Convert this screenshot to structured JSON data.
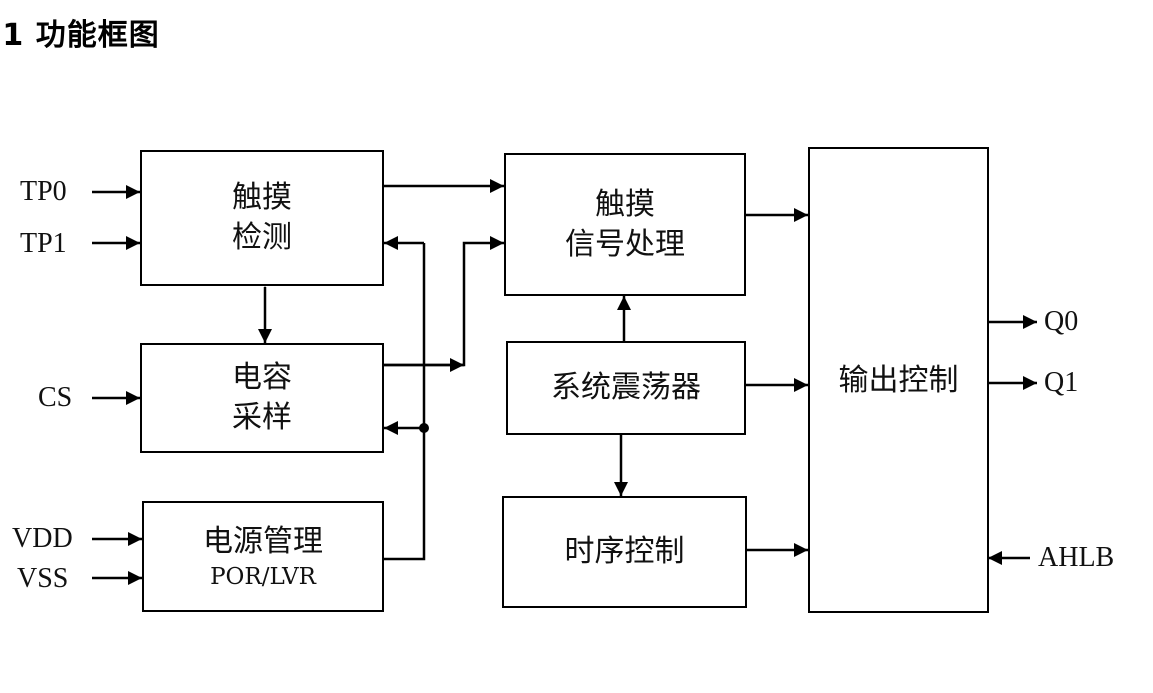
{
  "heading": ".1  功能框图",
  "blocks": {
    "touch_detect": {
      "line1": "触摸",
      "line2": "检测"
    },
    "cap_sample": {
      "line1": "电容",
      "line2": "采样"
    },
    "power_mgmt": {
      "line1": "电源管理",
      "line2": "POR/LVR"
    },
    "touch_signal": {
      "line1": "触摸",
      "line2": "信号处理"
    },
    "oscillator": {
      "line1": "系统震荡器"
    },
    "timing_control": {
      "line1": "时序控制"
    },
    "output_control": {
      "line1": "输出控制"
    }
  },
  "signals": {
    "tp0": "TP0",
    "tp1": "TP1",
    "cs": "CS",
    "vdd": "VDD",
    "vss": "VSS",
    "q0": "Q0",
    "q1": "Q1",
    "ahlb": "AHLB"
  }
}
